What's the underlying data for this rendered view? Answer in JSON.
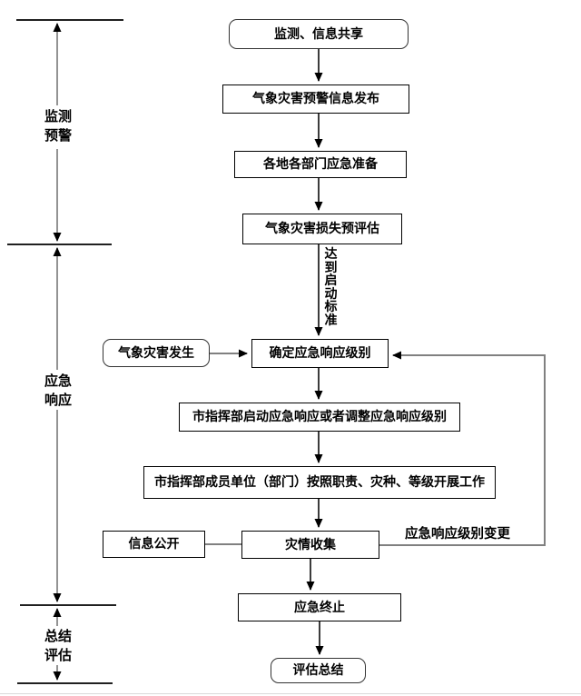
{
  "phases": {
    "monitoring": {
      "label": "监测\n预警"
    },
    "response": {
      "label": "应急\n响应"
    },
    "summary": {
      "label": "总结\n评估"
    }
  },
  "nodes": {
    "monitor_share": {
      "label": "监测、信息共享",
      "shape": "rounded"
    },
    "warning_release": {
      "label": "气象灾害预警信息发布",
      "shape": "rect"
    },
    "local_prepare": {
      "label": "各地各部门应急准备",
      "shape": "rect"
    },
    "loss_preassess": {
      "label": "气象灾害损失预评估",
      "shape": "rect"
    },
    "disaster_occur": {
      "label": "气象灾害发生",
      "shape": "rounded"
    },
    "determine_level": {
      "label": "确定应急响应级别",
      "shape": "rect"
    },
    "start_adjust": {
      "label": "市指挥部启动应急响应或者调整应急响应级别",
      "shape": "rect"
    },
    "members_work": {
      "label": "市指挥部成员单位（部门）按照职责、灾种、等级开展工作",
      "shape": "rect"
    },
    "info_public": {
      "label": "信息公开",
      "shape": "rect"
    },
    "collect": {
      "label": "灾情收集",
      "shape": "rect"
    },
    "terminate": {
      "label": "应急终止",
      "shape": "rect"
    },
    "eval_summary": {
      "label": "评估总结",
      "shape": "rounded"
    }
  },
  "edge_labels": {
    "reach_criteria": "达到启动标准",
    "level_change": "应急响应级别变更"
  },
  "colors": {
    "background": "#ffffff",
    "box_border": "#000000",
    "rounded_box_border": "#333333",
    "main_connector": "#1a1a1a",
    "side_connector": "#808080",
    "axis_line": "#808080",
    "section_divider": "#000000",
    "arrowhead": "#000000",
    "text": "#000000",
    "page_bottom_rule": "#d9d9d9"
  }
}
